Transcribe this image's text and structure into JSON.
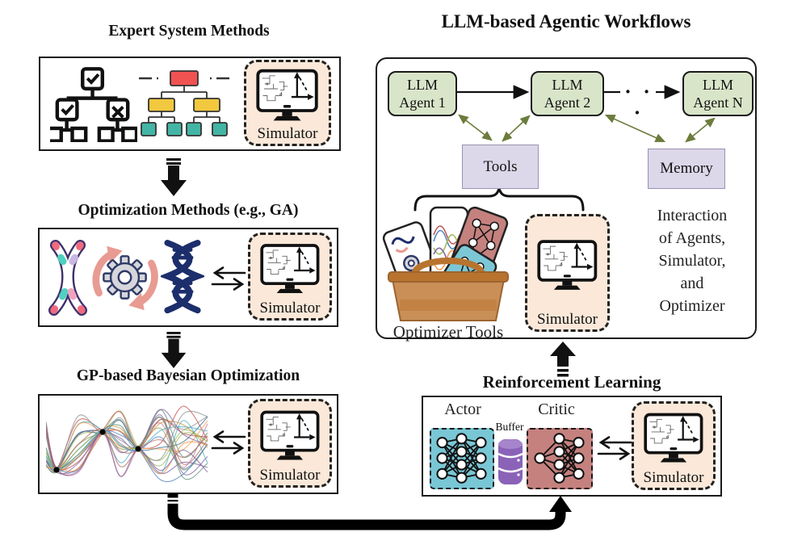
{
  "titles": {
    "expert_system": "Expert System Methods",
    "optimization": "Optimization Methods (e.g., GA)",
    "bayesian": "GP-based Bayesian Optimization",
    "reinforcement": "Reinforcement Learning",
    "agentic": "LLM-based Agentic Workflows"
  },
  "labels": {
    "simulator": "Simulator",
    "tools": "Tools",
    "memory": "Memory",
    "optimizer_tools": "Optimizer Tools",
    "actor": "Actor",
    "critic": "Critic",
    "buffer": "Buffer",
    "ellipsis": "· · ·"
  },
  "agents": [
    {
      "line1": "LLM",
      "line2": "Agent 1"
    },
    {
      "line1": "LLM",
      "line2": "Agent 2"
    },
    {
      "line1": "LLM",
      "line2": "Agent N"
    }
  ],
  "interaction_note": {
    "lines": [
      "Interaction",
      "of Agents,",
      "Simulator,",
      "and",
      "Optimizer"
    ]
  },
  "colors": {
    "simulator_bg": "#fbe8d9",
    "agent_green": "#d9e5c9",
    "panel_lavender": "#dcd7e9",
    "actor_teal": "#79c6d5",
    "critic_rose": "#c5817e",
    "buffer_purple": "#8a63b8",
    "olive_arrow": "#6c7c3c",
    "tree_red": "#f05251",
    "tree_yellow": "#f2c83e",
    "tree_teal": "#43b5a5",
    "dna_navy": "#1c2e6b",
    "cycle_salmon": "#e89b92",
    "toolbox_brown": "#c98f57"
  }
}
